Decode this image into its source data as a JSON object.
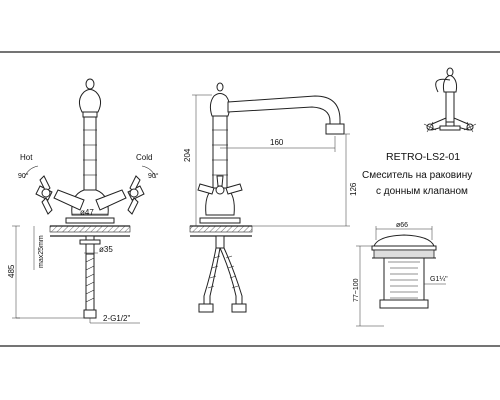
{
  "labels": {
    "hot": "Hot",
    "cold": "Cold",
    "angle_left": "90°",
    "angle_right": "90°",
    "diam_47": "ø47",
    "diam_35": "ø35",
    "max25mm": "max25mm",
    "height_485": "485",
    "inlet_thread": "2-G1/2\"",
    "height_204": "204",
    "reach_160": "160",
    "height_126": "126",
    "diam_66": "ø66",
    "range_77_100": "77~100",
    "thread_g114": "G1¼\""
  },
  "product": {
    "model": "RETRO-LS2-01",
    "description_line1": "Смеситель на раковину",
    "description_line2": "с донным клапаном"
  }
}
